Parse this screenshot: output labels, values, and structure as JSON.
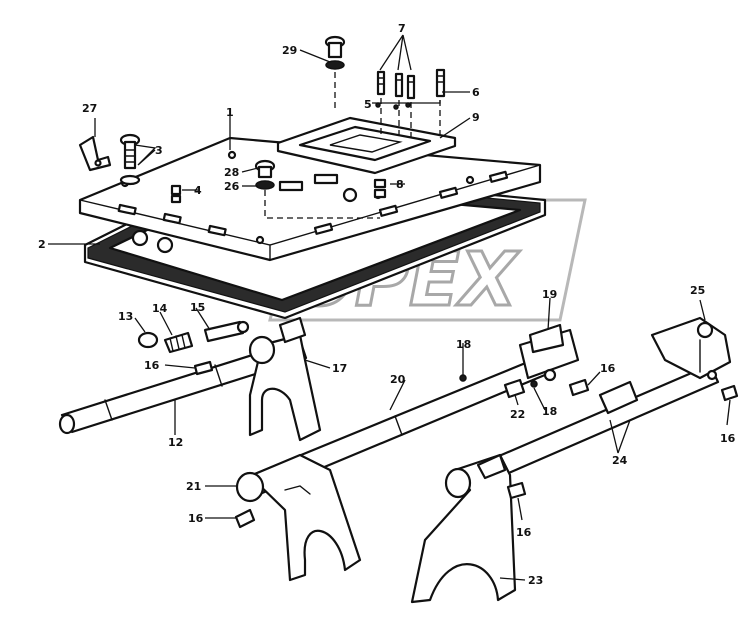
{
  "watermark": "OPEX",
  "callouts": [
    "1",
    "2",
    "3",
    "4",
    "5",
    "6",
    "7",
    "8",
    "9",
    "12",
    "13",
    "14",
    "15",
    "16",
    "16",
    "16",
    "16",
    "16",
    "16",
    "17",
    "18",
    "18",
    "19",
    "20",
    "21",
    "22",
    "23",
    "24",
    "25",
    "26",
    "27",
    "28",
    "29"
  ]
}
